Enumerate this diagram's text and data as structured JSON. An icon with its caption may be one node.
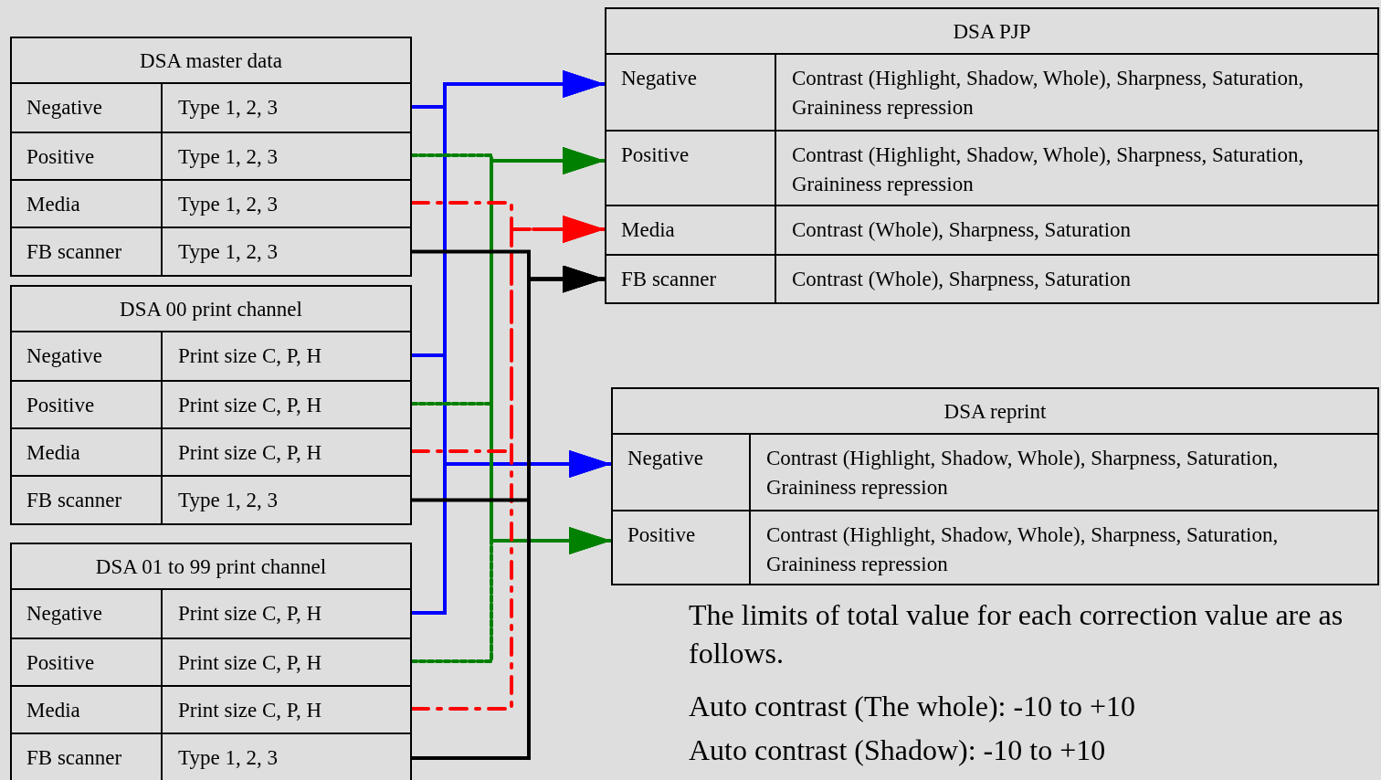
{
  "diagram": {
    "nodes": [
      {
        "text": [
          "DSA master data"
        ]
      },
      {
        "text": [
          "Negative",
          "Type 1, 2, 3"
        ],
        "in": 0
      },
      {
        "text": [
          "Positive",
          "Type 1, 2, 3"
        ],
        "in": 0
      },
      {
        "text": [
          "Media",
          "Type 1, 2, 3"
        ],
        "in": 0
      },
      {
        "text": [
          "FB scanner",
          "Type 1, 2, 3"
        ],
        "in": 0
      },
      {
        "text": [
          "DSA 00 print channel"
        ]
      },
      {
        "text": [
          "Negative",
          "Print size C, P, H"
        ],
        "in": 5
      },
      {
        "text": [
          "Positive",
          "Print size C, P, H"
        ],
        "in": 5
      },
      {
        "text": [
          "Media",
          "Print size C, P, H"
        ],
        "in": 5
      },
      {
        "text": [
          "FB scanner",
          "Type 1, 2, 3"
        ],
        "in": 5
      },
      {
        "text": [
          "DSA 01 to 99 print channel"
        ]
      },
      {
        "text": [
          "Negative",
          "Print size C, P, H"
        ],
        "in": 10
      },
      {
        "text": [
          "Positive",
          "Print size C, P, H"
        ],
        "in": 10
      },
      {
        "text": [
          "Media",
          "Print size C, P, H"
        ],
        "in": 10
      },
      {
        "text": [
          "FB scanner",
          "Type 1, 2, 3"
        ],
        "in": 10
      },
      {
        "text": [
          "DSA PJP"
        ]
      },
      {
        "text": [
          "Negative",
          "Contrast (Highlight, Shadow, Whole), Sharpness, Saturation, Graininess repression"
        ],
        "in": 15
      },
      {
        "text": [
          "Positive",
          "Contrast (Highlight, Shadow, Whole), Sharpness, Saturation, Graininess repression"
        ],
        "in": 15
      },
      {
        "text": [
          "Media",
          "Contrast (Whole), Sharpness, Saturation"
        ],
        "in": 15
      },
      {
        "text": [
          "FB scanner",
          "Contrast (Whole), Sharpness, Saturation"
        ],
        "in": 15
      },
      {
        "text": [
          "DSA reprint"
        ]
      },
      {
        "text": [
          "Negative",
          "Contrast (Highlight, Shadow, Whole), Sharpness, Saturation, Graininess repression"
        ],
        "in": 20
      },
      {
        "text": [
          "Positive",
          "Contrast (Highlight, Shadow, Whole), Sharpness, Saturation, Graininess repression"
        ],
        "in": 20
      }
    ],
    "edges": [
      {
        "from": 1,
        "to": 16,
        "arrow": "to",
        "color": "#0000ff"
      },
      {
        "from": 6,
        "to": 16,
        "arrow": "to",
        "color": "#0000ff"
      },
      {
        "from": 11,
        "to": 16,
        "arrow": "to",
        "color": "#0000ff"
      },
      {
        "from": 1,
        "to": 21,
        "arrow": "to",
        "color": "#0000ff"
      },
      {
        "from": 6,
        "to": 21,
        "arrow": "to",
        "color": "#0000ff"
      },
      {
        "from": 11,
        "to": 21,
        "arrow": "to",
        "color": "#0000ff"
      },
      {
        "from": 2,
        "to": 17,
        "arrow": "to",
        "style": "dashed",
        "color": "#008000"
      },
      {
        "from": 7,
        "to": 17,
        "arrow": "to",
        "style": "dashed",
        "color": "#008000"
      },
      {
        "from": 12,
        "to": 17,
        "arrow": "to",
        "style": "dashed",
        "color": "#008000"
      },
      {
        "from": 2,
        "to": 22,
        "arrow": "to",
        "style": "dashed",
        "color": "#008000"
      },
      {
        "from": 7,
        "to": 22,
        "arrow": "to",
        "style": "dashed",
        "color": "#008000"
      },
      {
        "from": 12,
        "to": 22,
        "arrow": "to",
        "style": "dashed",
        "color": "#008000"
      },
      {
        "from": 3,
        "to": 18,
        "arrow": "to",
        "style": "dashed",
        "color": "#ff0000"
      },
      {
        "from": 8,
        "to": 18,
        "arrow": "to",
        "style": "dashed",
        "color": "#ff0000"
      },
      {
        "from": 13,
        "to": 18,
        "arrow": "to",
        "style": "dashed",
        "color": "#ff0000"
      },
      {
        "from": 4,
        "to": 19,
        "arrow": "to",
        "color": "#000000"
      },
      {
        "from": 9,
        "to": 19,
        "arrow": "to",
        "color": "#000000"
      },
      {
        "from": 14,
        "to": 19,
        "arrow": "to",
        "color": "#000000"
      }
    ],
    "labels": [
      "The limits of total value for each correction value are as follows.",
      "Auto contrast (The whole): -10 to +10",
      "Auto contrast (Shadow): -10 to +10"
    ]
  }
}
